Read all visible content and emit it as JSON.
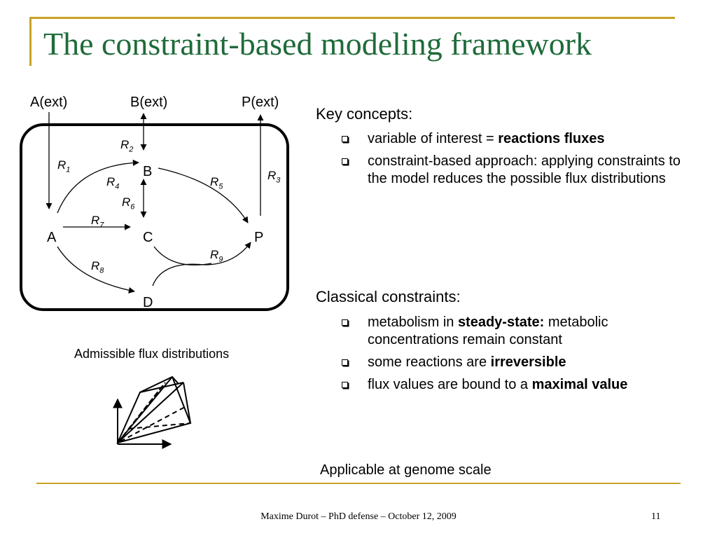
{
  "slide": {
    "title": "The constraint-based modeling framework",
    "footer": "Maxime Durot – PhD defense – October 12, 2009",
    "page_number": "11",
    "accent_color": "#c9a227",
    "title_color": "#1f6b3a"
  },
  "network": {
    "external": [
      "A(ext)",
      "B(ext)",
      "P(ext)"
    ],
    "nodes": {
      "A": "A",
      "B": "B",
      "C": "C",
      "D": "D",
      "P": "P"
    },
    "reactions": [
      {
        "id": "R1",
        "base": "R",
        "sub": "1"
      },
      {
        "id": "R2",
        "base": "R",
        "sub": "2"
      },
      {
        "id": "R3",
        "base": "R",
        "sub": "3"
      },
      {
        "id": "R4",
        "base": "R",
        "sub": "4"
      },
      {
        "id": "R5",
        "base": "R",
        "sub": "5"
      },
      {
        "id": "R6",
        "base": "R",
        "sub": "6"
      },
      {
        "id": "R7",
        "base": "R",
        "sub": "7"
      },
      {
        "id": "R8",
        "base": "R",
        "sub": "8"
      },
      {
        "id": "R9",
        "base": "R",
        "sub": "9"
      }
    ]
  },
  "cone_caption": "Admissible flux distributions",
  "key_concepts": {
    "heading": "Key concepts:",
    "items": [
      {
        "pre": "variable of interest = ",
        "bold": "reactions fluxes",
        "post": ""
      },
      {
        "pre": "constraint-based approach: applying constraints to the model reduces the possible flux distributions",
        "bold": "",
        "post": ""
      }
    ]
  },
  "classical_constraints": {
    "heading": "Classical constraints:",
    "items": [
      {
        "pre": "metabolism in ",
        "bold": "steady-state:",
        "post": " metabolic concentrations remain constant"
      },
      {
        "pre": "some reactions are ",
        "bold": "irreversible",
        "post": ""
      },
      {
        "pre": "flux values are bound to a ",
        "bold": "maximal value",
        "post": ""
      }
    ]
  },
  "closing_note": "Applicable at genome scale"
}
